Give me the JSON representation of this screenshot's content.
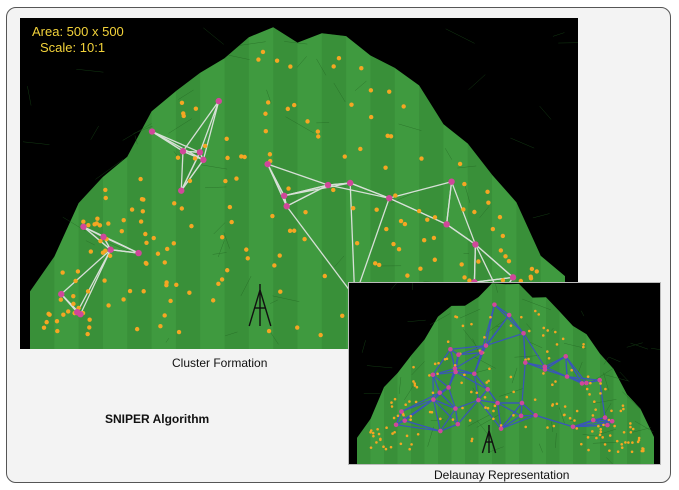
{
  "hud": {
    "area": "Area: 500 x 500",
    "scale": "Scale: 10:1"
  },
  "captions": {
    "cluster": "Cluster Formation",
    "delaunay": "Delaunay Representation"
  },
  "algorithm_title": "SNIPER Algorithm",
  "colors": {
    "terrain": "#3f9a3f",
    "terrain_dark": "#2f7f2f",
    "sensor_node": "#f5a623",
    "cluster_head": "#d0489a",
    "cluster_link": "#e8e8e8",
    "delaunay_link": "#3a4fc8",
    "hud_text": "#f2d23a"
  },
  "icons": {
    "base_station": "radio-tower-icon"
  }
}
